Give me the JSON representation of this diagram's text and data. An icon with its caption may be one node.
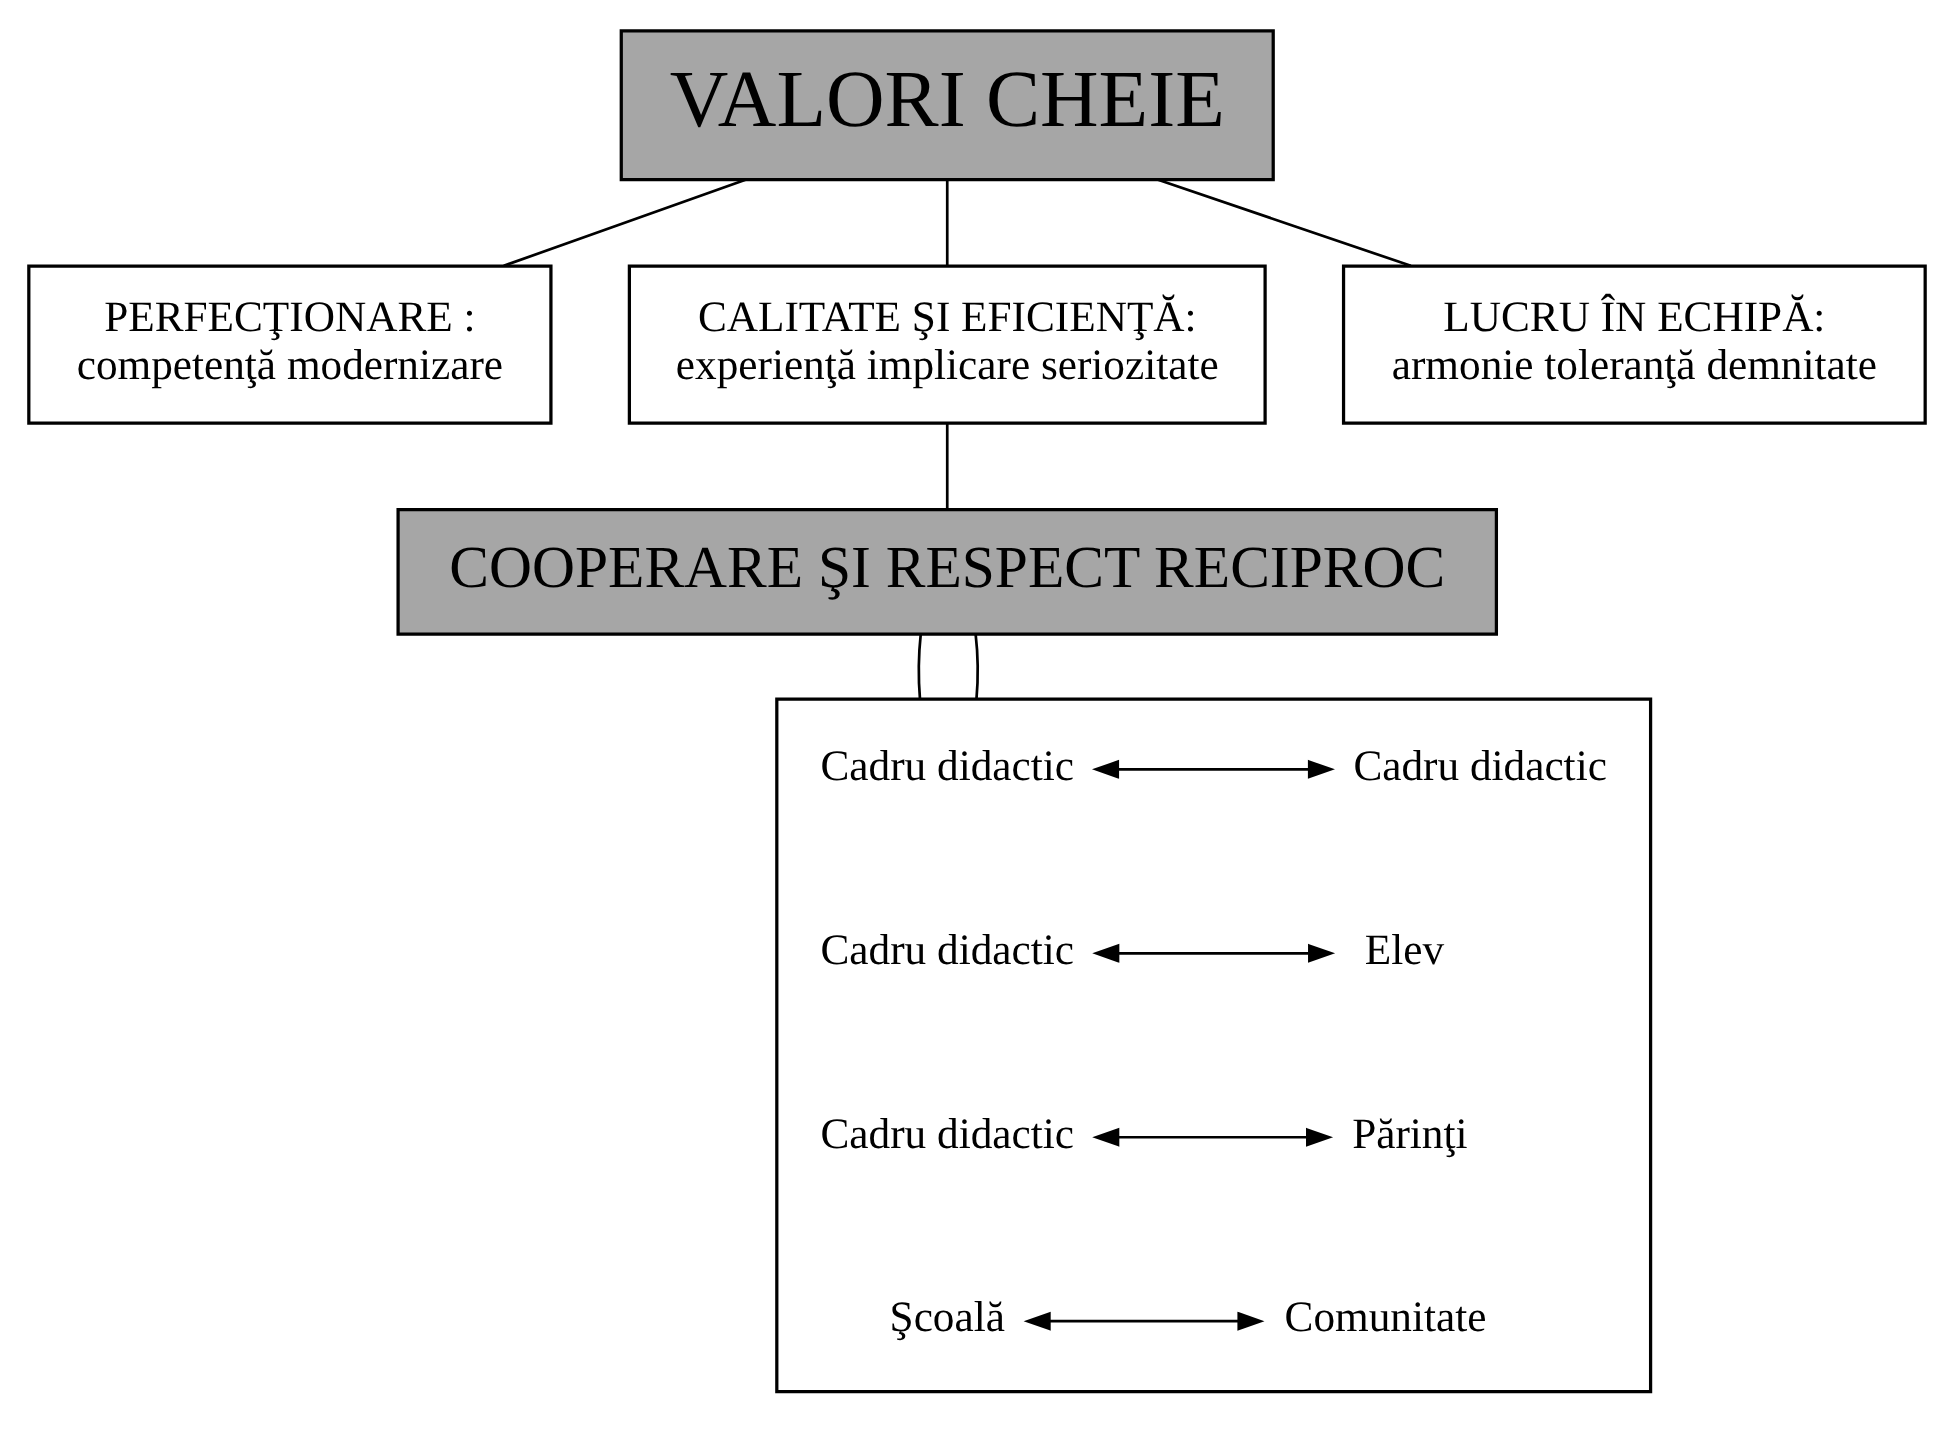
{
  "diagram": {
    "nodes": [
      {
        "text": [
          "VALORI CHEIE"
        ]
      },
      {
        "text": [
          "PERFECŢIONARE :",
          "competenţă modernizare"
        ]
      },
      {
        "text": [
          "CALITATE ŞI EFICIENŢĂ:",
          "experienţă implicare seriozitate"
        ]
      },
      {
        "text": [
          "LUCRU ÎN ECHIPĂ:",
          "armonie toleranţă demnitate"
        ]
      },
      {
        "text": [
          "COOPERARE ŞI RESPECT RECIPROC"
        ]
      },
      {
        "text": [],
        "shape": "box"
      },
      {
        "text": [
          "Cadru didactic"
        ],
        "in": 5
      },
      {
        "text": [
          "Cadru didactic"
        ],
        "in": 5
      },
      {
        "text": [
          "Cadru didactic"
        ],
        "in": 5
      },
      {
        "text": [
          "Elev"
        ],
        "in": 5
      },
      {
        "text": [
          "Cadru didactic"
        ],
        "in": 5
      },
      {
        "text": [
          "Părinţi"
        ],
        "in": 5
      },
      {
        "text": [
          "Şcoală"
        ],
        "in": 5
      },
      {
        "text": [
          "Comunitate"
        ],
        "in": 5
      }
    ],
    "edges": [
      {
        "from": 0,
        "to": 1,
        "arrow": "none"
      },
      {
        "from": 0,
        "to": 2,
        "arrow": "none"
      },
      {
        "from": 0,
        "to": 3,
        "arrow": "none"
      },
      {
        "from": 2,
        "to": 4,
        "arrow": "none"
      },
      {
        "from": 4,
        "to": 5,
        "arrow": "none"
      },
      {
        "from": 4,
        "to": 5,
        "arrow": "none"
      },
      {
        "from": 6,
        "to": 7,
        "arrow": "both"
      },
      {
        "from": 8,
        "to": 9,
        "arrow": "both"
      },
      {
        "from": 10,
        "to": 11,
        "arrow": "both"
      },
      {
        "from": 12,
        "to": 13,
        "arrow": "both"
      }
    ]
  }
}
